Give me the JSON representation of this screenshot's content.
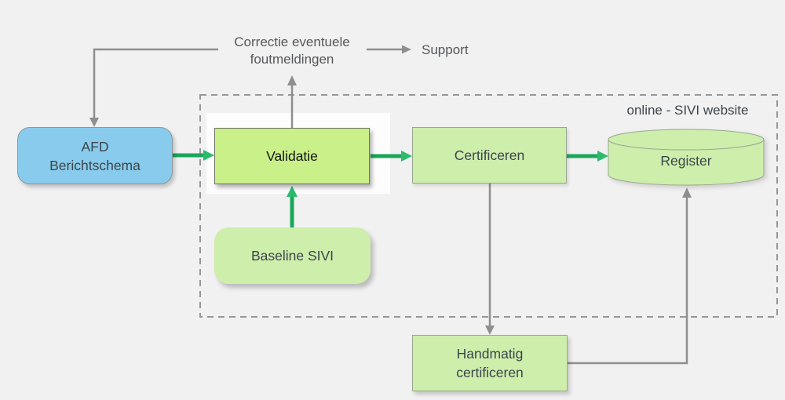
{
  "colors": {
    "background": "#f1f1f1",
    "panel_white": "#fdfdfd",
    "blue_fill": "#88cbec",
    "blue_border": "#8a989f",
    "validatie_fill": "#caf089",
    "validatie_border": "#6e7263",
    "green_fill": "#ceeeac",
    "green_border": "#9aa78f",
    "arrow_green": "#1ba65a",
    "arrow_green_head": "#2cbb6d",
    "arrow_gray": "#8f8f8f",
    "dash_border": "#979797",
    "text_dark": "#3d454b",
    "text_black": "#141414",
    "text_gray": "#55575a"
  },
  "nodes": {
    "afd": {
      "label": "AFD\nBerichtschema"
    },
    "validatie": {
      "label": "Validatie"
    },
    "certificeren": {
      "label": "Certificeren"
    },
    "baseline": {
      "label": "Baseline SIVI"
    },
    "register": {
      "label": "Register"
    },
    "handmatig": {
      "label": "Handmatig\ncertificeren"
    }
  },
  "annotations": {
    "correctie": "Correctie eventuele\nfoutmeldingen",
    "support": "Support",
    "online_label": "online - SIVI website"
  }
}
